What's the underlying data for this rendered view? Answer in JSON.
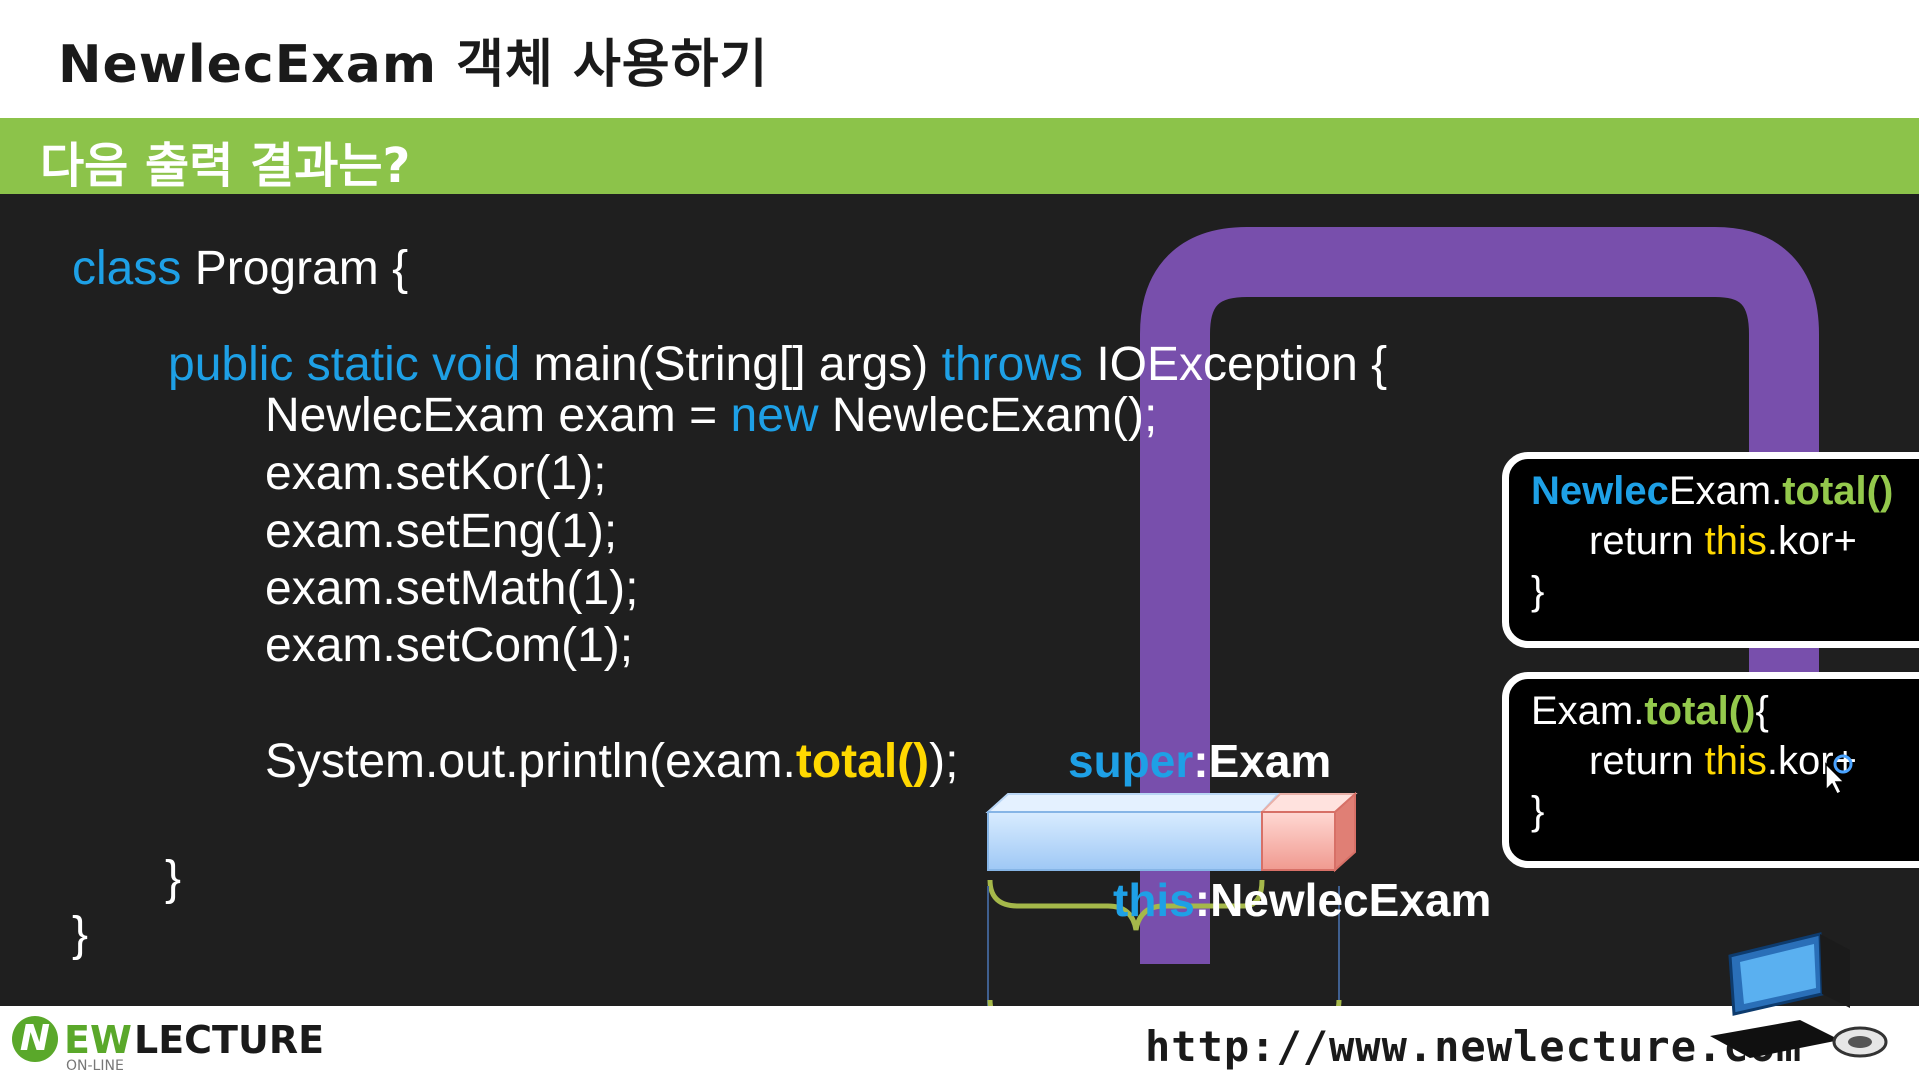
{
  "header": {
    "title": "NewlecExam 객체 사용하기"
  },
  "banner": {
    "question": "다음 출력 결과는?"
  },
  "code": {
    "l1_kw": "class",
    "l1_rest": " Program {",
    "l2_kw1": "public static void",
    "l2_mid": " main(String[] args) ",
    "l2_kw2": "throws",
    "l2_rest": " IOException {",
    "l3_a": "NewlecExam exam = ",
    "l3_kw": "new",
    "l3_b": " NewlecExam();",
    "l4": "exam.setKor(1);",
    "l5": "exam.setEng(1);",
    "l6": "exam.setMath(1);",
    "l7": "exam.setCom(1);",
    "l8_a": "System.out.println(exam.",
    "l8_hl": "total()",
    "l8_b": ");",
    "l9": "}",
    "l10": "}"
  },
  "diagram": {
    "super_kw": "super",
    "super_type": ":Exam",
    "this_kw": "this",
    "this_type": ":NewlecExam"
  },
  "popup1": {
    "cls_kw": "Newlec",
    "cls_rest": "Exam.",
    "method": "total()",
    "ret_a": "return ",
    "ret_this": "this",
    "ret_b": ".kor+",
    "close": "}"
  },
  "popup2": {
    "cls": "Exam.",
    "method": "total()",
    "brace": "{",
    "ret_a": "return ",
    "ret_this": "this",
    "ret_b": ".kor+",
    "close": "}"
  },
  "footer": {
    "logo_n": "N",
    "logo_ew": "EW",
    "logo_lecture": "LECTURE",
    "logo_online": "ON-LINE",
    "url": "http://www.newlecture.com"
  },
  "colors": {
    "banner": "#8cc34a",
    "keyword": "#1ea0e6",
    "highlight": "#ffd800",
    "method_green": "#94c94c",
    "arrow_purple": "#7d52b4"
  }
}
